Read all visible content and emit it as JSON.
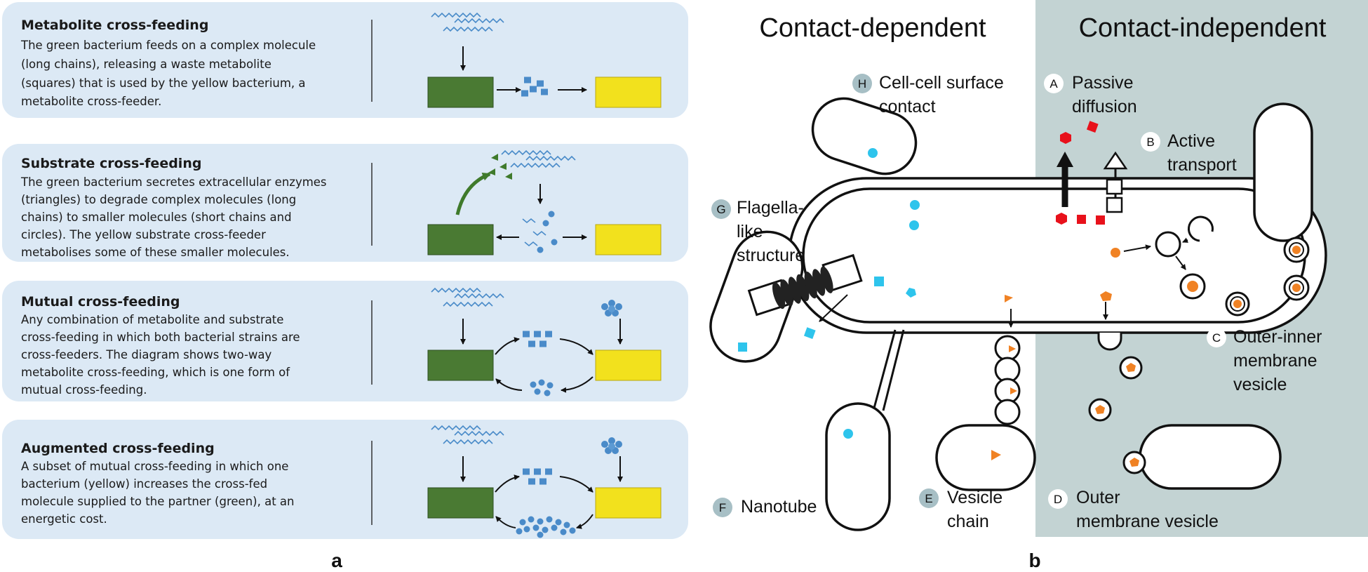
{
  "panel_a": {
    "letter": "a",
    "panels": [
      {
        "title": "Metabolite cross-feeding",
        "lines": [
          "The green bacterium feeds on a complex molecule",
          "(long chains), releasing a waste metabolite",
          "(squares) that is used by the yellow bacterium, a",
          "metabolite cross-feeder."
        ]
      },
      {
        "title": "Substrate cross-feeding",
        "lines": [
          "The green bacterium secretes extracellular enzymes",
          "(triangles) to degrade complex molecules (long",
          "chains) to smaller molecules (short chains and",
          "circles). The yellow substrate cross-feeder",
          "metabolises some of these smaller molecules."
        ]
      },
      {
        "title": "Mutual cross-feeding",
        "lines": [
          "Any combination of metabolite and substrate",
          "cross-feeding in which both bacterial strains are",
          "cross-feeders. The diagram shows two-way",
          "metabolite cross-feeding, which is one form of",
          "mutual cross-feeding."
        ]
      },
      {
        "title": "Augmented cross-feeding",
        "lines": [
          "A subset of mutual cross-feeding in which one",
          "bacterium (yellow) increases the cross-fed",
          "molecule supplied to the partner (green), at an",
          "energetic cost."
        ]
      }
    ],
    "colors": {
      "panel_bg": "#dce9f5",
      "green_cell": "#4a7a33",
      "yellow_cell": "#f2e11d",
      "molecule": "#4a8bc9"
    }
  },
  "panel_b": {
    "letter": "b",
    "title_left": "Contact-dependent",
    "title_right": "Contact-independent",
    "labels": {
      "A": {
        "letter": "A",
        "lines": [
          "Passive",
          "diffusion"
        ]
      },
      "B": {
        "letter": "B",
        "lines": [
          "Active",
          "transport"
        ]
      },
      "C": {
        "letter": "C",
        "lines": [
          "Outer-inner",
          "membrane",
          "vesicle"
        ]
      },
      "D": {
        "letter": "D",
        "lines": [
          "Outer",
          "membrane vesicle"
        ]
      },
      "E": {
        "letter": "E",
        "lines": [
          "Vesicle",
          "chain"
        ]
      },
      "F": {
        "letter": "F",
        "lines": [
          "Nanotube"
        ]
      },
      "G": {
        "letter": "G",
        "lines": [
          "Flagella-",
          "like",
          "structure"
        ]
      },
      "H": {
        "letter": "H",
        "lines": [
          "Cell-cell surface",
          "contact"
        ]
      }
    },
    "colors": {
      "independent_bg": "#c3d3d3",
      "cyan": "#2ec4ec",
      "orange": "#f08224",
      "red": "#e8111b",
      "badge": "#a7bfc5"
    }
  }
}
